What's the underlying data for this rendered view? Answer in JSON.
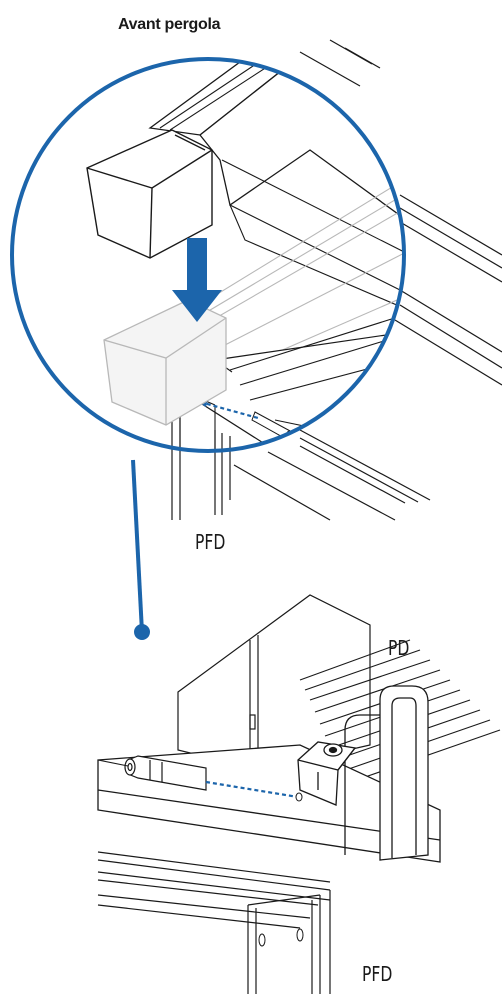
{
  "title": "Avant pergola",
  "labels": {
    "pfd_top": "PFD",
    "pd": "PD",
    "pfd_bottom": "PFD"
  },
  "colors": {
    "line": "#1a1a1a",
    "accent_blue": "#1c65ab",
    "ghost": "#b8b8b8"
  }
}
